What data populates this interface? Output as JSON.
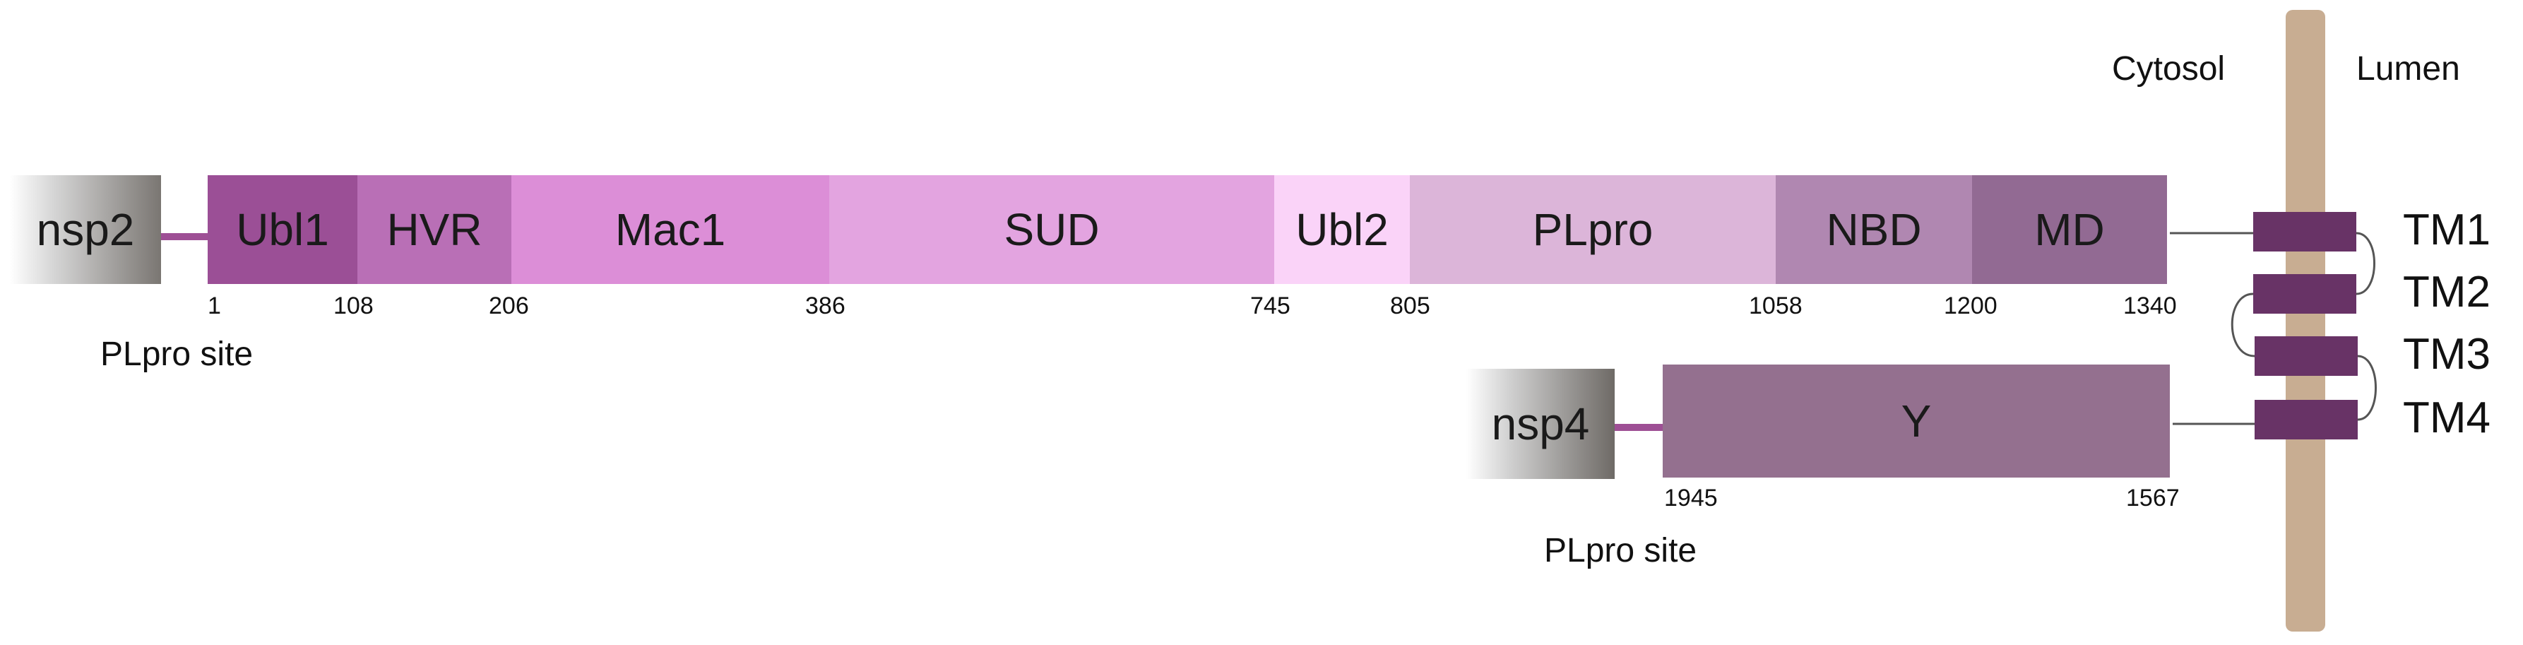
{
  "compartments": {
    "cytosol": "Cytosol",
    "lumen": "Lumen"
  },
  "flanks": {
    "left": "nsp2",
    "right": "nsp4"
  },
  "cleavage_site_label": "PLpro site",
  "domains": [
    {
      "label": "Ubl1",
      "color": "#9b4f96"
    },
    {
      "label": "HVR",
      "color": "#b96fb6"
    },
    {
      "label": "Mac1",
      "color": "#dc8ed7"
    },
    {
      "label": "SUD",
      "color": "#e3a4e0"
    },
    {
      "label": "Ubl2",
      "color": "#fad3f8"
    },
    {
      "label": "PLpro",
      "color": "#dcb5d9"
    },
    {
      "label": "NBD",
      "color": "#b087b1"
    },
    {
      "label": "MD",
      "color": "#926a93"
    },
    {
      "label": "Y",
      "color": "#94708f"
    }
  ],
  "positions_top": [
    "1",
    "108",
    "206",
    "386",
    "745",
    "805",
    "1058",
    "1200",
    "1340"
  ],
  "positions_bottom": {
    "start": "1945",
    "end": "1567"
  },
  "transmembrane": [
    "TM1",
    "TM2",
    "TM3",
    "TM4"
  ],
  "colors": {
    "membrane": "#c8ad92",
    "tm_helix": "#683366",
    "linker": "#9e4f95"
  }
}
